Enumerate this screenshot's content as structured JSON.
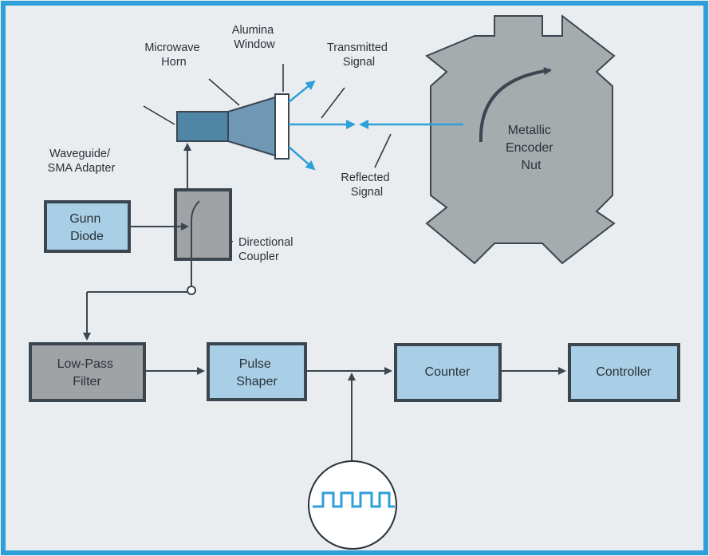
{
  "colors": {
    "background": "#e9edf0",
    "border": "#2e9fd8",
    "block_blue": "#a9cfe6",
    "block_gray": "#9fa3a6",
    "outline": "#3b4650",
    "signal_blue": "#2e9fd8",
    "nut_gray": "#a6abae",
    "waveform": "#2e9fd8"
  },
  "labels": {
    "waveguide": [
      "Waveguide/",
      "SMA Adapter"
    ],
    "horn": [
      "Microwave",
      "Horn"
    ],
    "window": [
      "Alumina",
      "Window"
    ],
    "transmitted": [
      "Transmitted",
      "Signal"
    ],
    "reflected": [
      "Reflected",
      "Signal"
    ],
    "nut": [
      "Metallic",
      "Encoder",
      "Nut"
    ],
    "coupler": [
      "Directional",
      "Coupler"
    ]
  },
  "blocks": {
    "gunn": [
      "Gunn",
      "Diode"
    ],
    "lowpass": [
      "Low-Pass",
      "Filter"
    ],
    "pulse": [
      "Pulse",
      "Shaper"
    ],
    "counter": [
      "Counter"
    ],
    "controller": [
      "Controller"
    ]
  }
}
